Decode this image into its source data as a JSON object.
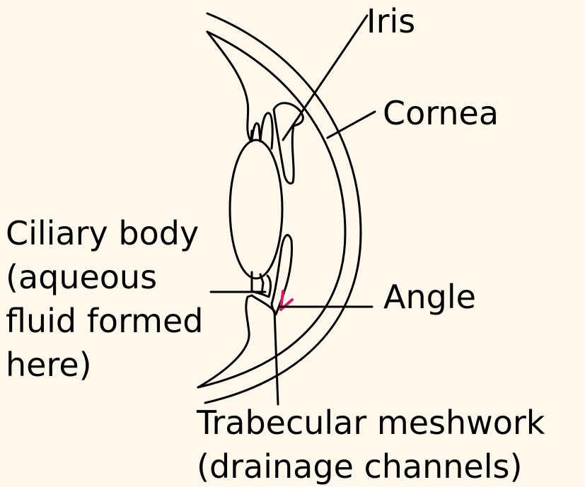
{
  "colors": {
    "background": "#fdf8eb",
    "outline": "#000000",
    "angle_marker": "#e0186c"
  },
  "labels": {
    "iris": "Iris",
    "cornea": "Cornea",
    "ciliary_body": [
      "Ciliary body",
      "(aqueous",
      "fluid formed",
      "here)"
    ],
    "angle": "Angle",
    "trabecular": [
      "Trabecular meshwork",
      "(drainage channels)"
    ]
  }
}
